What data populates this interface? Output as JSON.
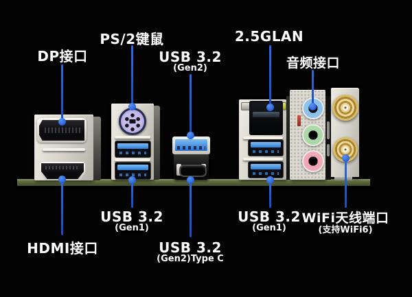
{
  "colors": {
    "background": "#030303",
    "accent_line": "#1c4dc2",
    "accent_dot": "#2e6ae0",
    "text": "#ffffff",
    "pcb_green": "#5f6d3e",
    "metal_light": "#efece5",
    "metal_dark": "#b3b0a7",
    "usb_blue": "#2f7fd6",
    "ps2_purple": "#aba0da",
    "audio_blue": "#8cc2ec",
    "audio_green": "#abd8a6",
    "audio_pink": "#f2a6b6",
    "sma_gold": "#d9bc6a",
    "lan_led_green": "#c3cf3d"
  },
  "callouts": {
    "dp": {
      "text": "DP接口"
    },
    "ps2": {
      "text": "PS/2键鼠"
    },
    "usb_gen2": {
      "text": "USB 3.2",
      "sub": "(Gen2)"
    },
    "lan": {
      "text": "2.5GLAN"
    },
    "audio": {
      "text": "音频接口"
    },
    "usb_gen1_left": {
      "text": "USB 3.2",
      "sub": "(Gen1)"
    },
    "hdmi": {
      "text": "HDMI接口"
    },
    "usb_typec": {
      "text": "USB 3.2",
      "sub": "(Gen2)Type C"
    },
    "usb_gen1_right": {
      "text": "USB 3.2",
      "sub": "(Gen1)"
    },
    "wifi": {
      "text": "WiFi天线端口",
      "sub": "(支持WiFi6)"
    }
  }
}
